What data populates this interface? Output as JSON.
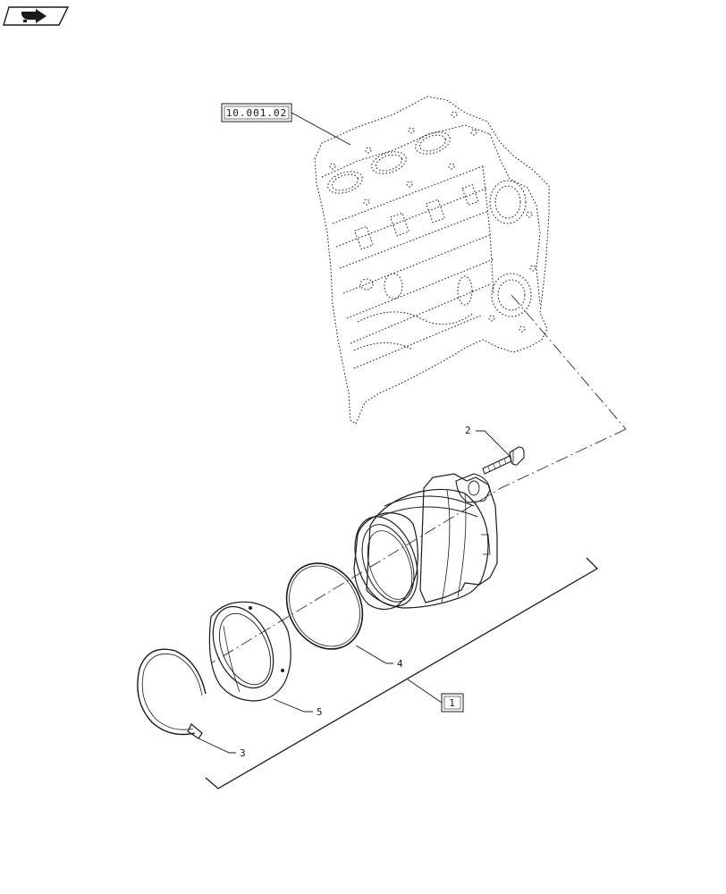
{
  "nav_icon": "return-arrow-icon",
  "reference_box": "10.001.02",
  "assembly_box": "1",
  "callouts": {
    "bolt": "2",
    "snap_ring": "3",
    "o_ring": "4",
    "sleeve": "5"
  }
}
